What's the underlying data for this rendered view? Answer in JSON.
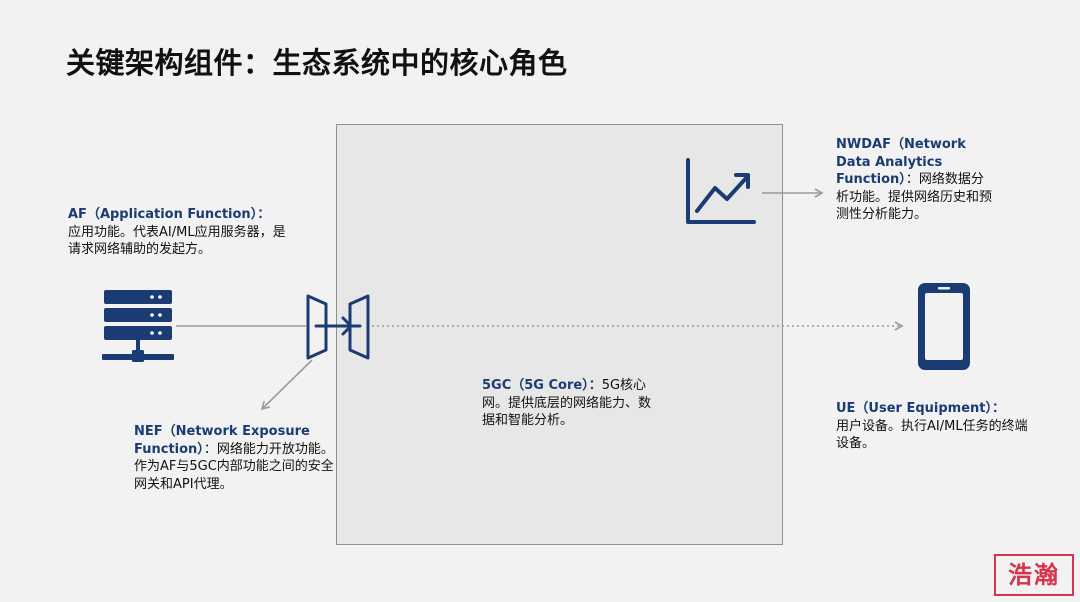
{
  "title": "关键架构组件：生态系统中的核心角色",
  "components": {
    "af": {
      "head": "AF（Application Function）：",
      "body": "应用功能。代表AI/ML应用服务器，是请求网络辅助的发起方。",
      "icon": "server-icon"
    },
    "nef": {
      "head": "NEF（Network Exposure Function）",
      "body": "：网络能力开放功能。作为AF与5GC内部功能之间的安全网关和API代理。",
      "icon": "gateway-icon"
    },
    "nwdaf": {
      "head": "NWDAF（Network Data Analytics Function）",
      "body": "：网络数据分析功能。提供网络历史和预测性分析能力。",
      "icon": "analytics-chart-icon"
    },
    "ue": {
      "head": "UE（User Equipment）：",
      "body": "用户设备。执行AI/ML任务的终端设备。",
      "icon": "smartphone-icon"
    },
    "core": {
      "head": "5GC（5G Core）：",
      "body": "5G核心网。提供底层的网络能力、数据和智能分析。"
    }
  },
  "stamp_text": "浩瀚",
  "colors": {
    "icon_blue": "#1b3b73",
    "background": "#f2f2f3",
    "core_box": "#e7e7e8",
    "arrow_gray": "#9a9a9d",
    "stamp_red": "#d4354a"
  }
}
